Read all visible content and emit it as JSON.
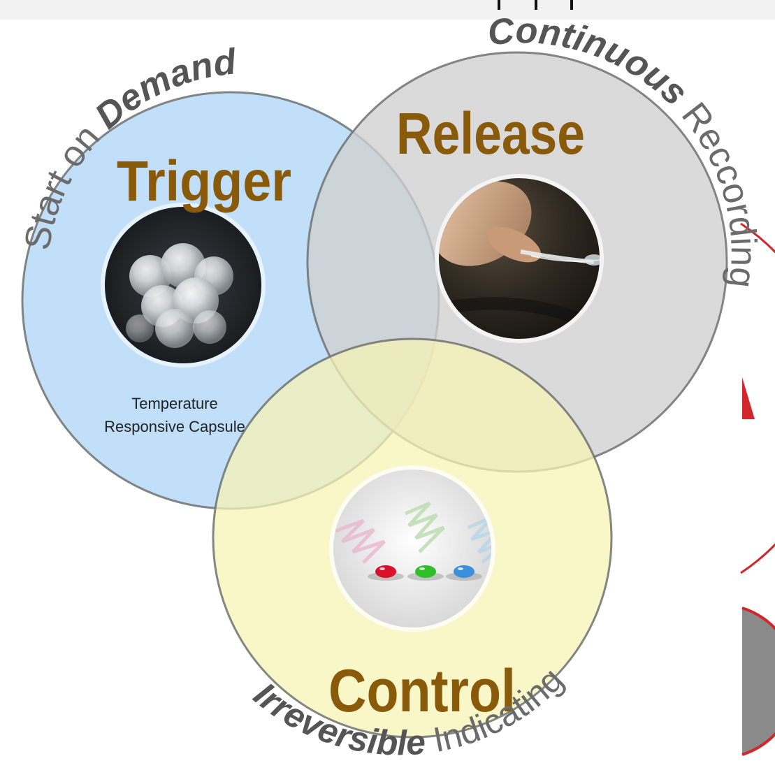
{
  "colors": {
    "title": "#8a5a0b",
    "arc_text": "#555555",
    "trigger_fill": "#bcdcf7",
    "release_fill": "#cfcfcf",
    "control_fill": "#f7f3b5",
    "ring": "#6f7270",
    "red_accent": "#d3262a"
  },
  "circles": {
    "trigger": {
      "title": "Trigger",
      "caption_line1": "Temperature",
      "caption_line2": "Responsive Capsule",
      "arc_light": "Start on ",
      "arc_bold": "Demand",
      "image": "glass-beads-cluster"
    },
    "release": {
      "title": "Release",
      "arc_bold": "Continuous",
      "arc_light": " Reccording",
      "image": "fingertip-gel-strand"
    },
    "control": {
      "title": "Control",
      "arc_bold": "Irreversible",
      "arc_light": " Indicating",
      "image": "zigzag-lines-colored-droplets"
    }
  }
}
